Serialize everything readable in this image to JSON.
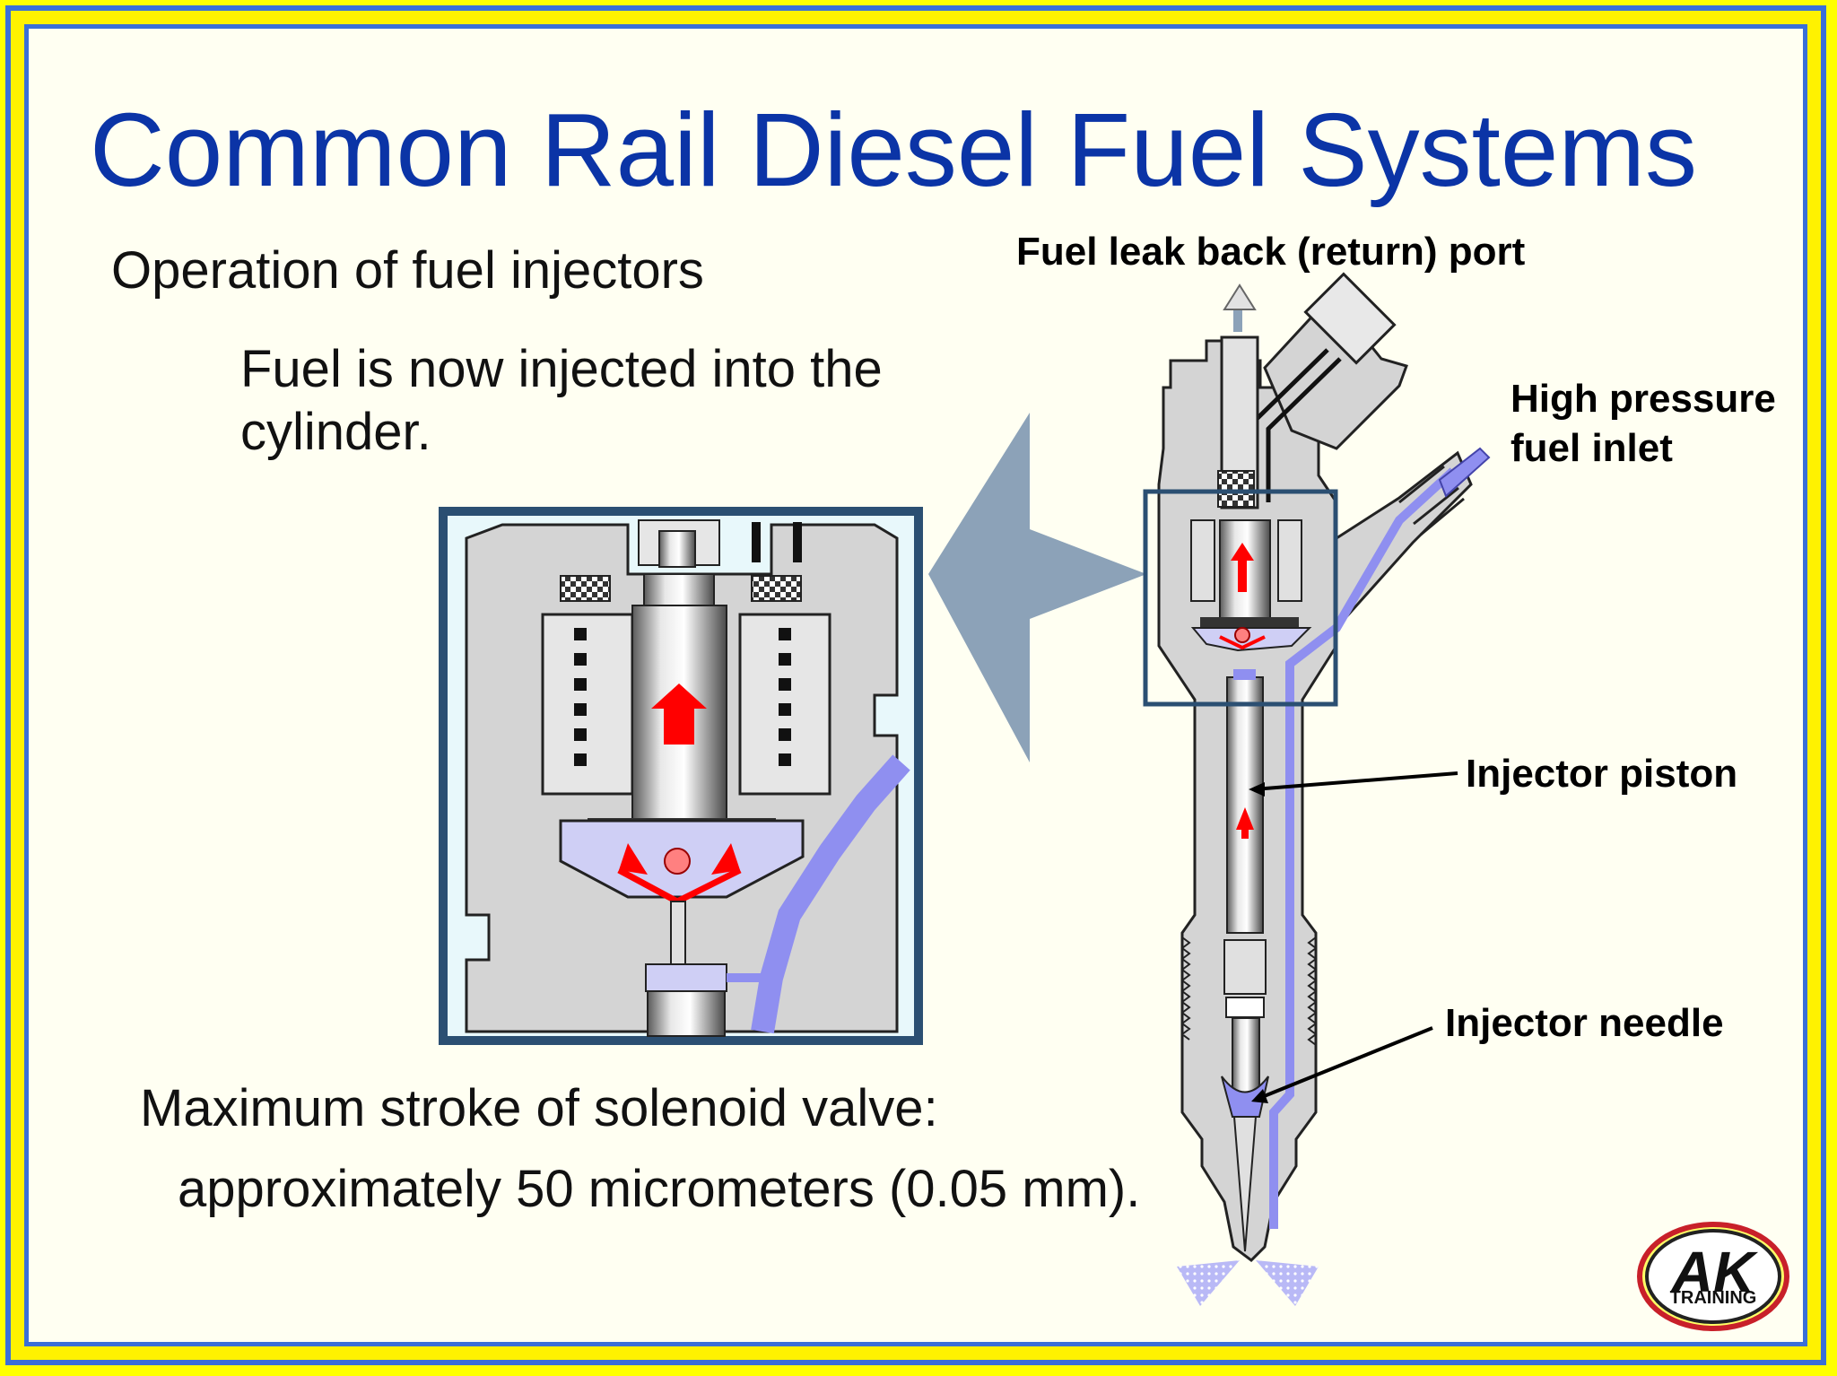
{
  "title": "Common Rail Diesel Fuel Systems",
  "heading": "Operation of fuel injectors",
  "description_lines": [
    "Fuel is now injected into the",
    "cylinder."
  ],
  "stroke_lines": [
    "Maximum stroke of solenoid valve:",
    "approximately 50 micrometers (0.05 mm)."
  ],
  "labels": {
    "leak_back_port": "Fuel leak back (return) port",
    "high_pressure_inlet": [
      "High pressure",
      "fuel inlet"
    ],
    "injector_piston": "Injector piston",
    "injector_needle": "Injector needle"
  },
  "logo": {
    "text": "AK",
    "subtext": "TRAINING"
  },
  "colors": {
    "title": "#0b34a6",
    "frame_border": "#3a6fd8",
    "frame_fill": "#fff200",
    "fuel": "#8f8ff0",
    "flow_arrow": "#ff0000",
    "body": "#d4d4d4",
    "zoom_box": "#2b4f72",
    "pointer": "#8ca2b8"
  }
}
